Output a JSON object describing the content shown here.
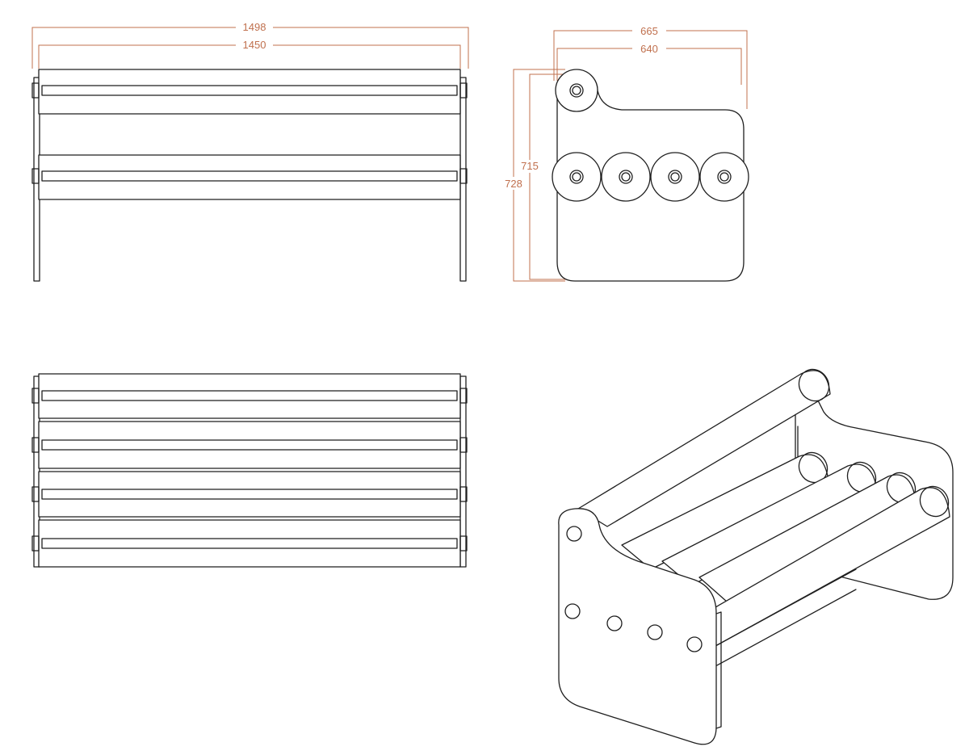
{
  "dimensions": {
    "front_overall_width": "1498",
    "front_inner_width": "1450",
    "side_overall_depth": "665",
    "side_inner_depth": "640",
    "side_inner_height": "715",
    "side_overall_height": "728"
  },
  "colors": {
    "line": "#1f1f1f",
    "dimension": "#c0704e",
    "background": "#ffffff"
  }
}
